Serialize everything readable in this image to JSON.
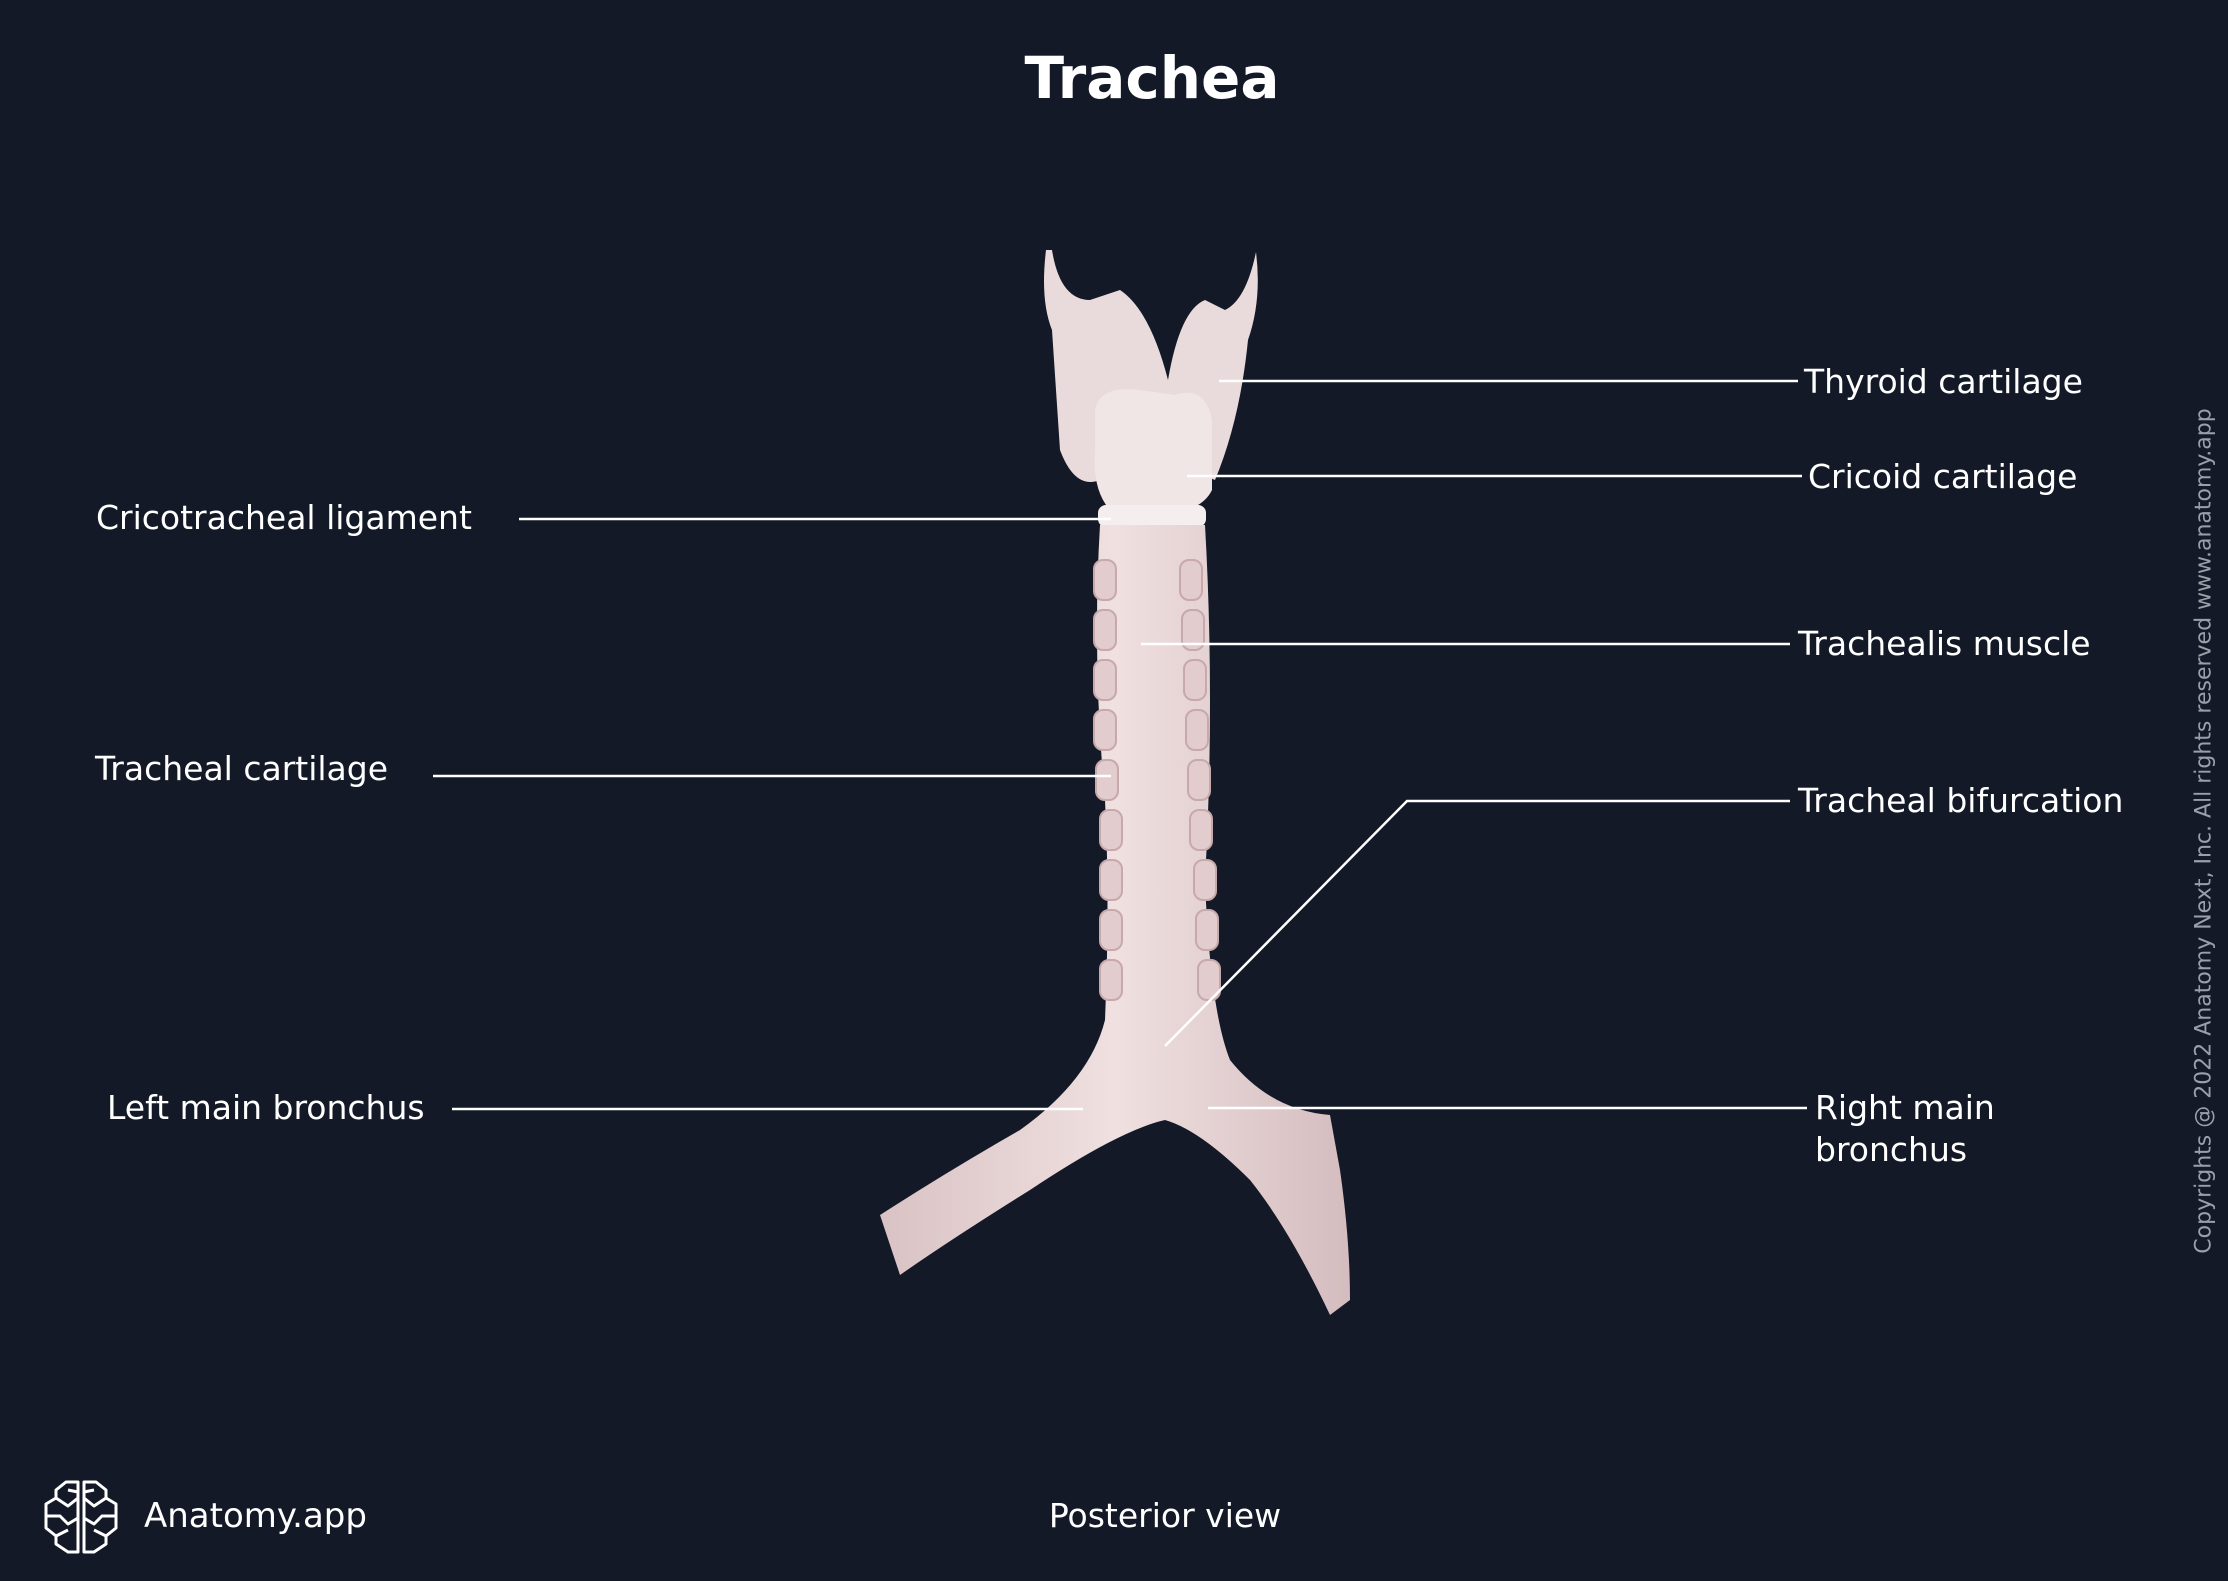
{
  "title": "Trachea",
  "labels": {
    "thyroid_cartilage": "Thyroid cartilage",
    "cricoid_cartilage": "Cricoid cartilage",
    "cricotracheal_ligament": "Cricotracheal ligament",
    "trachealis_muscle": "Trachealis muscle",
    "tracheal_cartilage": "Tracheal cartilage",
    "tracheal_bifurcation": "Tracheal bifurcation",
    "left_main_bronchus": "Left main bronchus",
    "right_main_bronchus_line1": "Right main",
    "right_main_bronchus_line2": "bronchus"
  },
  "view": "Posterior view",
  "brand": "Anatomy.app",
  "copyright": "Copyrights @ 2022 Anatomy Next, Inc. All rights reserved www.anatomy.app",
  "colors": {
    "background": "#131927",
    "tissue": "#ead8d8",
    "leader_line": "#ffffff"
  }
}
